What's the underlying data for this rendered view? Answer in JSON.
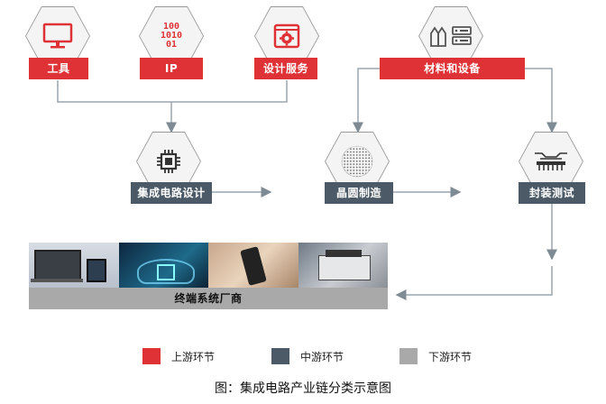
{
  "upstream_nodes": [
    {
      "label": "工具",
      "icon": "monitor-icon"
    },
    {
      "label": "IP",
      "icon": "binary-code-icon",
      "code": [
        "100",
        "1010",
        "01"
      ]
    },
    {
      "label": "设计服务",
      "icon": "gear-window-icon"
    }
  ],
  "materials": {
    "label": "材料和设备",
    "icon": "tanks-server-icon"
  },
  "midstream_nodes": [
    {
      "label": "集成电路设计",
      "icon": "chip-icon"
    },
    {
      "label": "晶圆制造",
      "icon": "wafer-icon"
    },
    {
      "label": "封装测试",
      "icon": "package-test-icon"
    }
  ],
  "downstream": {
    "label": "终端系统厂商",
    "photos": [
      "laptop-tablet-photo",
      "smart-car-photo",
      "smartphone-photo",
      "printer-photo"
    ]
  },
  "legend": [
    {
      "label": "上游环节",
      "color": "#df3236"
    },
    {
      "label": "中游环节",
      "color": "#4b5a66"
    },
    {
      "label": "下游环节",
      "color": "#a9a9a9"
    }
  ],
  "caption": "图：集成电路产业链分类示意图",
  "colors": {
    "upstream": "#df3236",
    "midstream": "#4b5a66",
    "downstream": "#a9a9a9",
    "connector": "#9aa5ad"
  }
}
